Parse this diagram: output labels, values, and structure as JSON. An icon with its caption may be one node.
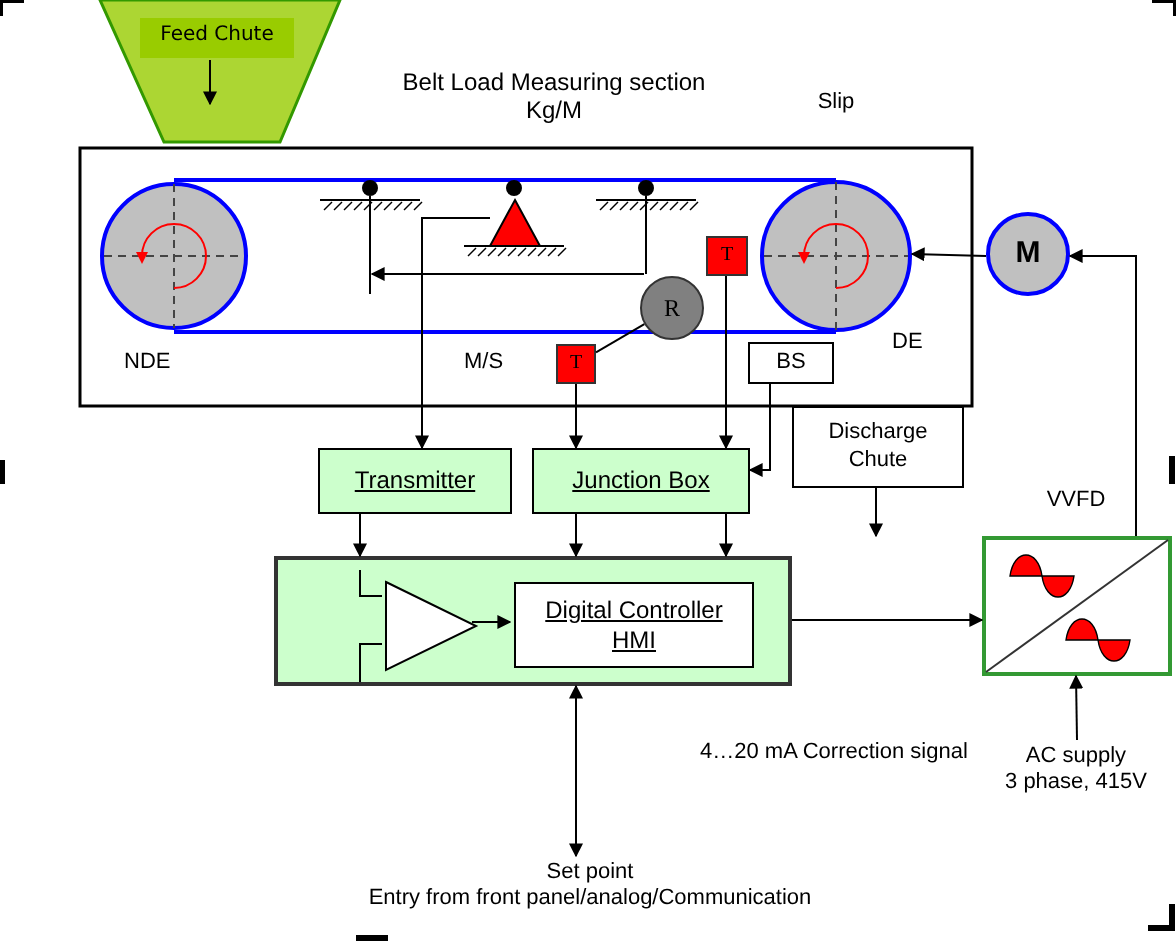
{
  "diagram": {
    "title": "Belt Load Measuring section Kg/M",
    "nodes": [
      {
        "text": [
          "Feed Chute"
        ]
      },
      {
        "text": [],
        "shape": "circle"
      },
      {
        "text": [],
        "shape": "circle",
        "beside": [
          "Slip"
        ]
      },
      {
        "text": [
          "M"
        ]
      },
      {
        "text": [
          "R"
        ]
      },
      {
        "text": [
          "T"
        ]
      },
      {
        "text": [
          "T"
        ]
      },
      {
        "text": [
          "BS"
        ]
      },
      {
        "text": [
          "Discharge Chute"
        ]
      },
      {
        "text": [
          "Transmitter"
        ]
      },
      {
        "text": [
          "Junction Box"
        ]
      },
      {
        "text": [],
        "shape": "box"
      },
      {
        "text": [
          "Digital Controller HMI"
        ],
        "in": 11
      },
      {
        "text": [],
        "shape": "triangle",
        "in": 11
      },
      {
        "text": [
          "VVFD"
        ]
      },
      {
        "text": [],
        "shape": "triangle"
      },
      {
        "text": [
          "AC supply",
          "3 phase, 415V"
        ]
      },
      {
        "text": [
          "Set point",
          "Entry from front panel/analog/Communication"
        ]
      }
    ],
    "edges": [
      {
        "from": 3,
        "to": 2,
        "arrow": "to"
      },
      {
        "from": 14,
        "to": 3,
        "arrow": "to"
      },
      {
        "from": 11,
        "to": 14,
        "arrow": "to"
      },
      {
        "from": 16,
        "to": 14,
        "arrow": "to"
      },
      {
        "from": 17,
        "to": 11,
        "arrow": "both"
      },
      {
        "from": 8,
        "to": null,
        "arrow": "to"
      },
      {
        "from": 5,
        "to": 10,
        "arrow": "to"
      },
      {
        "from": 6,
        "to": 10,
        "arrow": "to"
      },
      {
        "from": 7,
        "to": 10,
        "arrow": "to"
      },
      {
        "from": 15,
        "to": 9,
        "arrow": "to"
      },
      {
        "from": 4,
        "to": 6,
        "arrow": "none"
      },
      {
        "from": 9,
        "to": 11,
        "arrow": "to"
      },
      {
        "from": 10,
        "to": 11,
        "arrow": "to"
      },
      {
        "from": 10,
        "to": 11,
        "arrow": "to"
      },
      {
        "from": 13,
        "to": 12,
        "arrow": "to"
      }
    ],
    "labels": [
      "NDE",
      "M/S",
      "DE",
      "4…20 mA Correction signal"
    ]
  }
}
